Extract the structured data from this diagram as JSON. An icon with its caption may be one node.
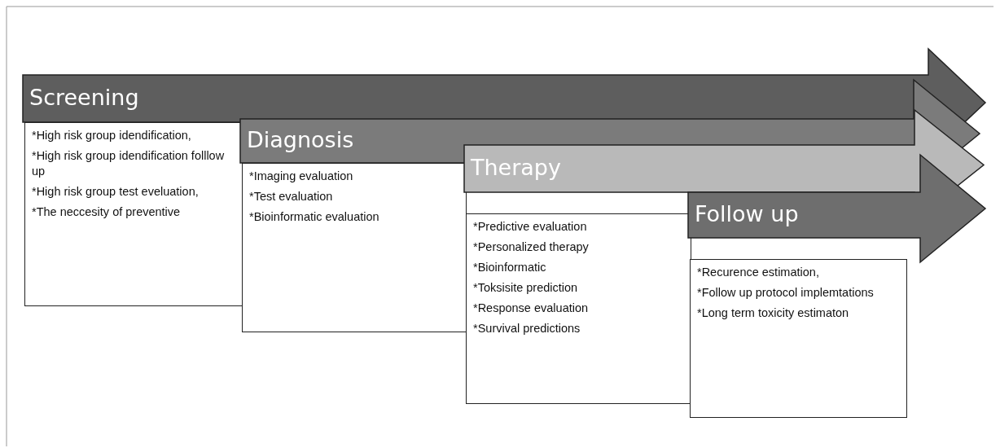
{
  "diagram": {
    "nodes": [
      {
        "text": [
          "Screening"
        ]
      },
      {
        "text": [
          "*High risk group idendification,",
          "*High risk group idendification folllow up",
          "*High risk group test eveluation,",
          "*The neccesity  of preventive"
        ]
      },
      {
        "text": [
          "Diagnosis"
        ]
      },
      {
        "text": [
          "*Imaging evaluation",
          "*Test evaluation",
          "*Bioinformatic evaluation"
        ]
      },
      {
        "text": [
          "Therapy"
        ]
      },
      {
        "text": [
          "*Predictive evaluation",
          "*Personalized therapy",
          "*Bioinformatic",
          "*Toksisite prediction",
          "*Response evaluation",
          "*Survival predictions"
        ]
      },
      {
        "text": [
          "Follow up"
        ]
      },
      {
        "text": [
          "*Recurence estimation,",
          "*Follow up protocol implemtations",
          "*Long term toxicity estimaton"
        ]
      }
    ]
  }
}
